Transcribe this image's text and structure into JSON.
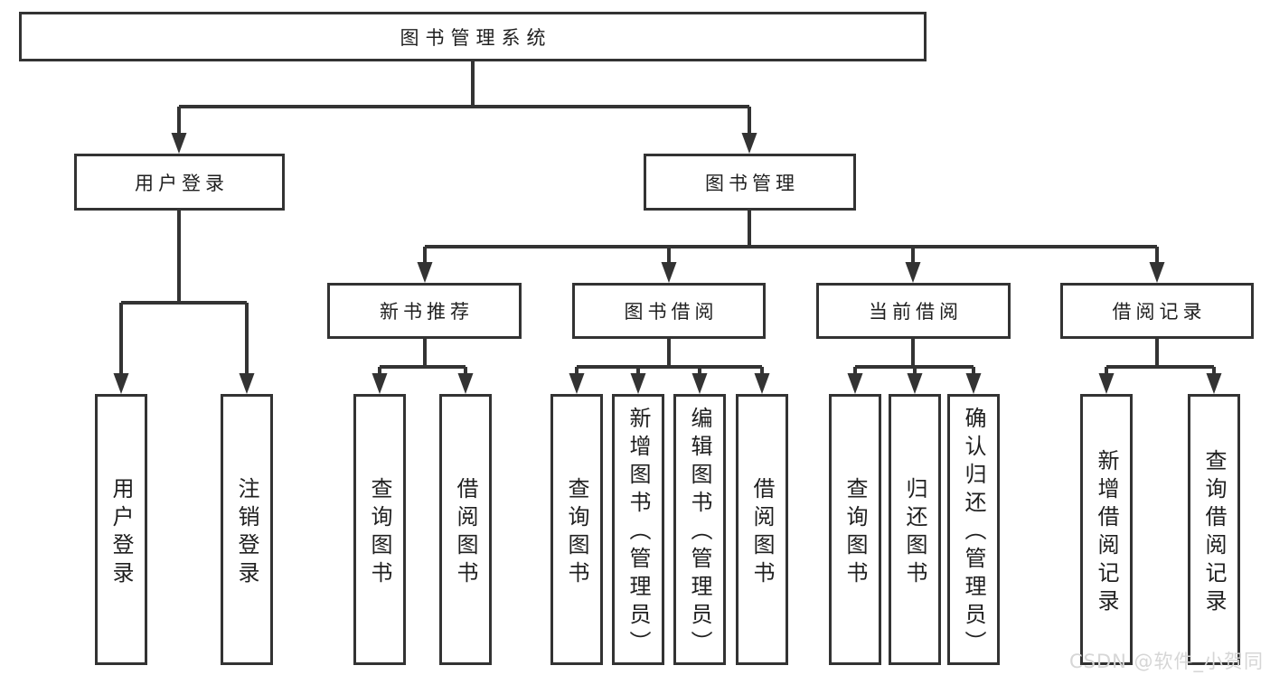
{
  "tree": {
    "root": {
      "label": "图书管理系统"
    },
    "login": {
      "label": "用户登录",
      "children": [
        "用户登录",
        "注销登录"
      ]
    },
    "management": {
      "label": "图书管理"
    },
    "new_book": {
      "label": "新书推荐",
      "children": [
        "查询图书",
        "借阅图书"
      ]
    },
    "book_borrow": {
      "label": "图书借阅",
      "children": [
        "查询图书",
        "新增图书（管理员）",
        "编辑图书（管理员）",
        "借阅图书"
      ]
    },
    "current_borrow": {
      "label": "当前借阅",
      "children": [
        "查询图书",
        "归还图书",
        "确认归还（管理员）"
      ]
    },
    "borrow_record": {
      "label": "借阅记录",
      "children": [
        "新增借阅记录",
        "查询借阅记录"
      ]
    }
  },
  "watermark": {
    "text": "CSDN @软件_小贺同学",
    "color": "#d6d6d6"
  },
  "colors": {
    "line": "#333333",
    "box_border": "#333333",
    "box_fill": "#ffffff",
    "text": "#1f1f1f",
    "background": "#ffffff"
  }
}
